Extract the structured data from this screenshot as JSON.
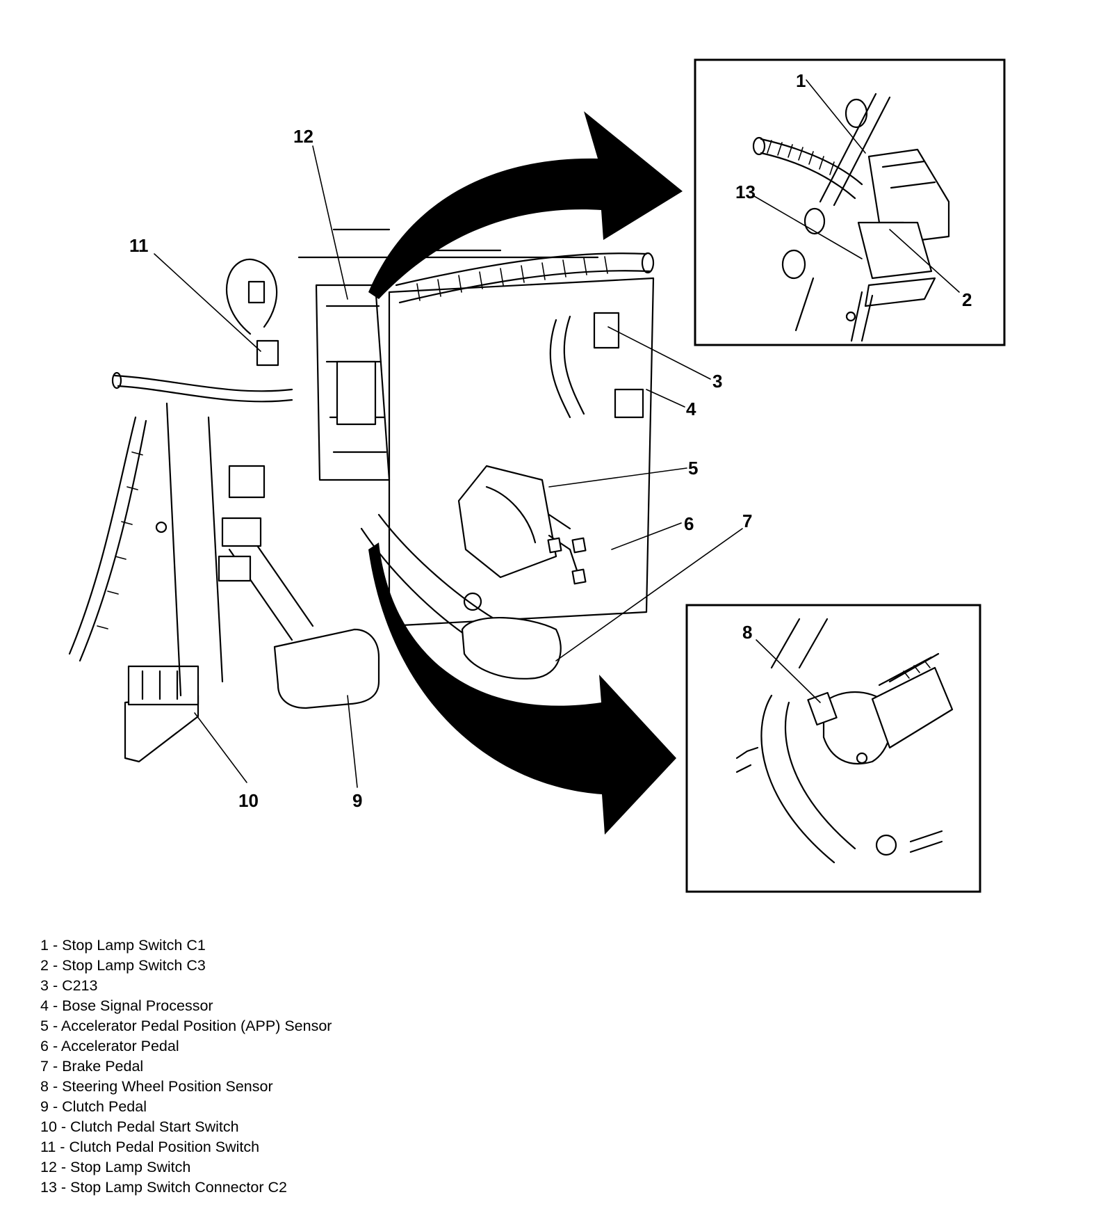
{
  "callouts": [
    {
      "id": 1,
      "label": "1"
    },
    {
      "id": 2,
      "label": "2"
    },
    {
      "id": 3,
      "label": "3"
    },
    {
      "id": 4,
      "label": "4"
    },
    {
      "id": 5,
      "label": "5"
    },
    {
      "id": 6,
      "label": "6"
    },
    {
      "id": 7,
      "label": "7"
    },
    {
      "id": 8,
      "label": "8"
    },
    {
      "id": 9,
      "label": "9"
    },
    {
      "id": 10,
      "label": "10"
    },
    {
      "id": 11,
      "label": "11"
    },
    {
      "id": 12,
      "label": "12"
    },
    {
      "id": 13,
      "label": "13"
    }
  ],
  "legend": [
    {
      "num": "1",
      "text": "Stop Lamp Switch C1"
    },
    {
      "num": "2",
      "text": "Stop Lamp Switch C3"
    },
    {
      "num": "3",
      "text": "C213"
    },
    {
      "num": "4",
      "text": "Bose Signal Processor"
    },
    {
      "num": "5",
      "text": "Accelerator Pedal Position (APP) Sensor"
    },
    {
      "num": "6",
      "text": "Accelerator Pedal"
    },
    {
      "num": "7",
      "text": "Brake Pedal"
    },
    {
      "num": "8",
      "text": "Steering Wheel Position Sensor"
    },
    {
      "num": "9",
      "text": "Clutch Pedal"
    },
    {
      "num": "10",
      "text": "Clutch Pedal Start Switch"
    },
    {
      "num": "11",
      "text": "Clutch Pedal Position Switch"
    },
    {
      "num": "12",
      "text": "Stop Lamp Switch"
    },
    {
      "num": "13",
      "text": "Stop Lamp Switch Connector C2"
    }
  ]
}
